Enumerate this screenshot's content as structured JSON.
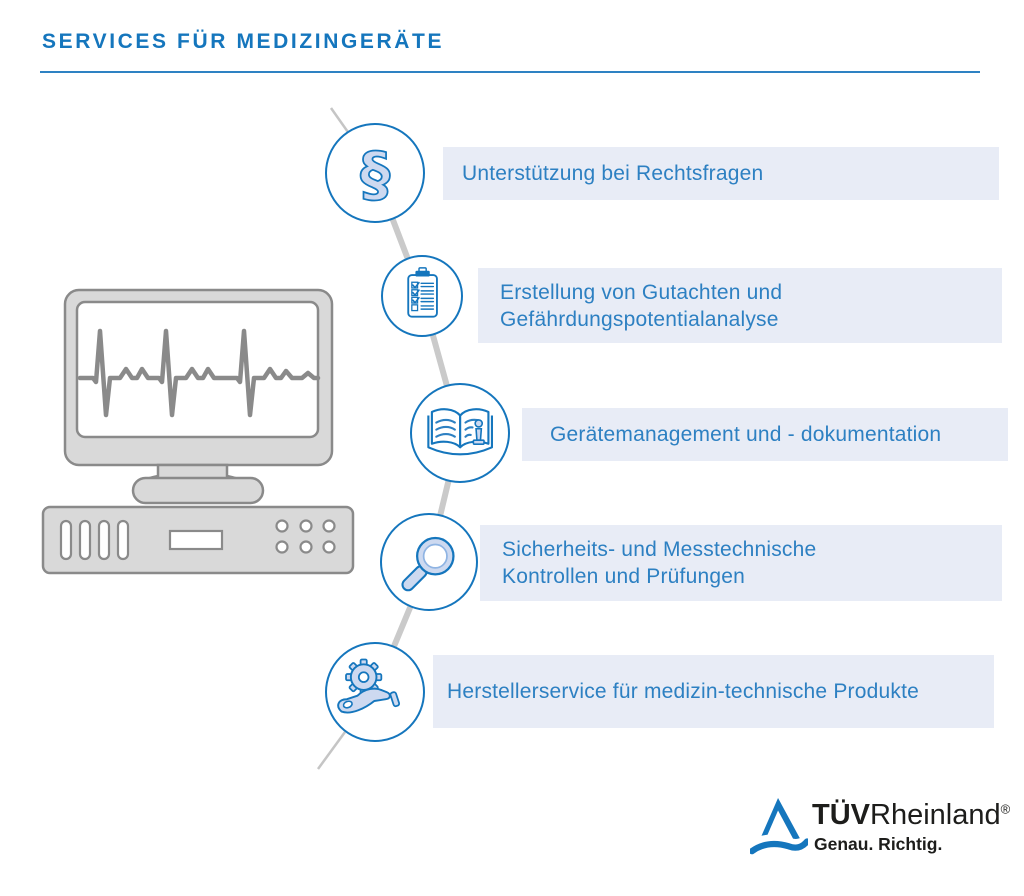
{
  "header": {
    "title": "SERVICES FÜR MEDIZINGERÄTE"
  },
  "services": [
    {
      "icon": "paragraph-icon",
      "lines": [
        "Unterstützung bei Rechtsfragen"
      ]
    },
    {
      "icon": "checklist-clipboard-icon",
      "lines": [
        "Erstellung von Gutachten und",
        "Gefährdungspotentialanalyse"
      ]
    },
    {
      "icon": "open-book-info-icon",
      "lines": [
        "Gerätemanagement und - dokumentation"
      ]
    },
    {
      "icon": "magnifier-icon",
      "lines": [
        "Sicherheits- und Messtechnische",
        "Kontrollen und Prüfungen"
      ]
    },
    {
      "icon": "gear-in-hand-icon",
      "lines": [
        "Herstellerservice für medizin-technische Produkte"
      ]
    }
  ],
  "glyphs": {
    "paragraph": "§"
  },
  "illustration": {
    "name": "medical-computer-with-ecg"
  },
  "logo": {
    "brand_bold": "TÜV",
    "brand_regular": "Rheinland",
    "registered_mark": "®",
    "tagline": "Genau. Richtig."
  },
  "colors": {
    "brand_blue": "#1576bd",
    "label_blue": "#2d80c2",
    "icon_light_fill": "#cdd9f0",
    "bar_background": "#e8ecf6",
    "connector_grey": "#c9c9c9",
    "device_grey_fill": "#d9d9d9",
    "device_grey_stroke": "#8a8a8a",
    "logo_black": "#1d1d1b"
  }
}
